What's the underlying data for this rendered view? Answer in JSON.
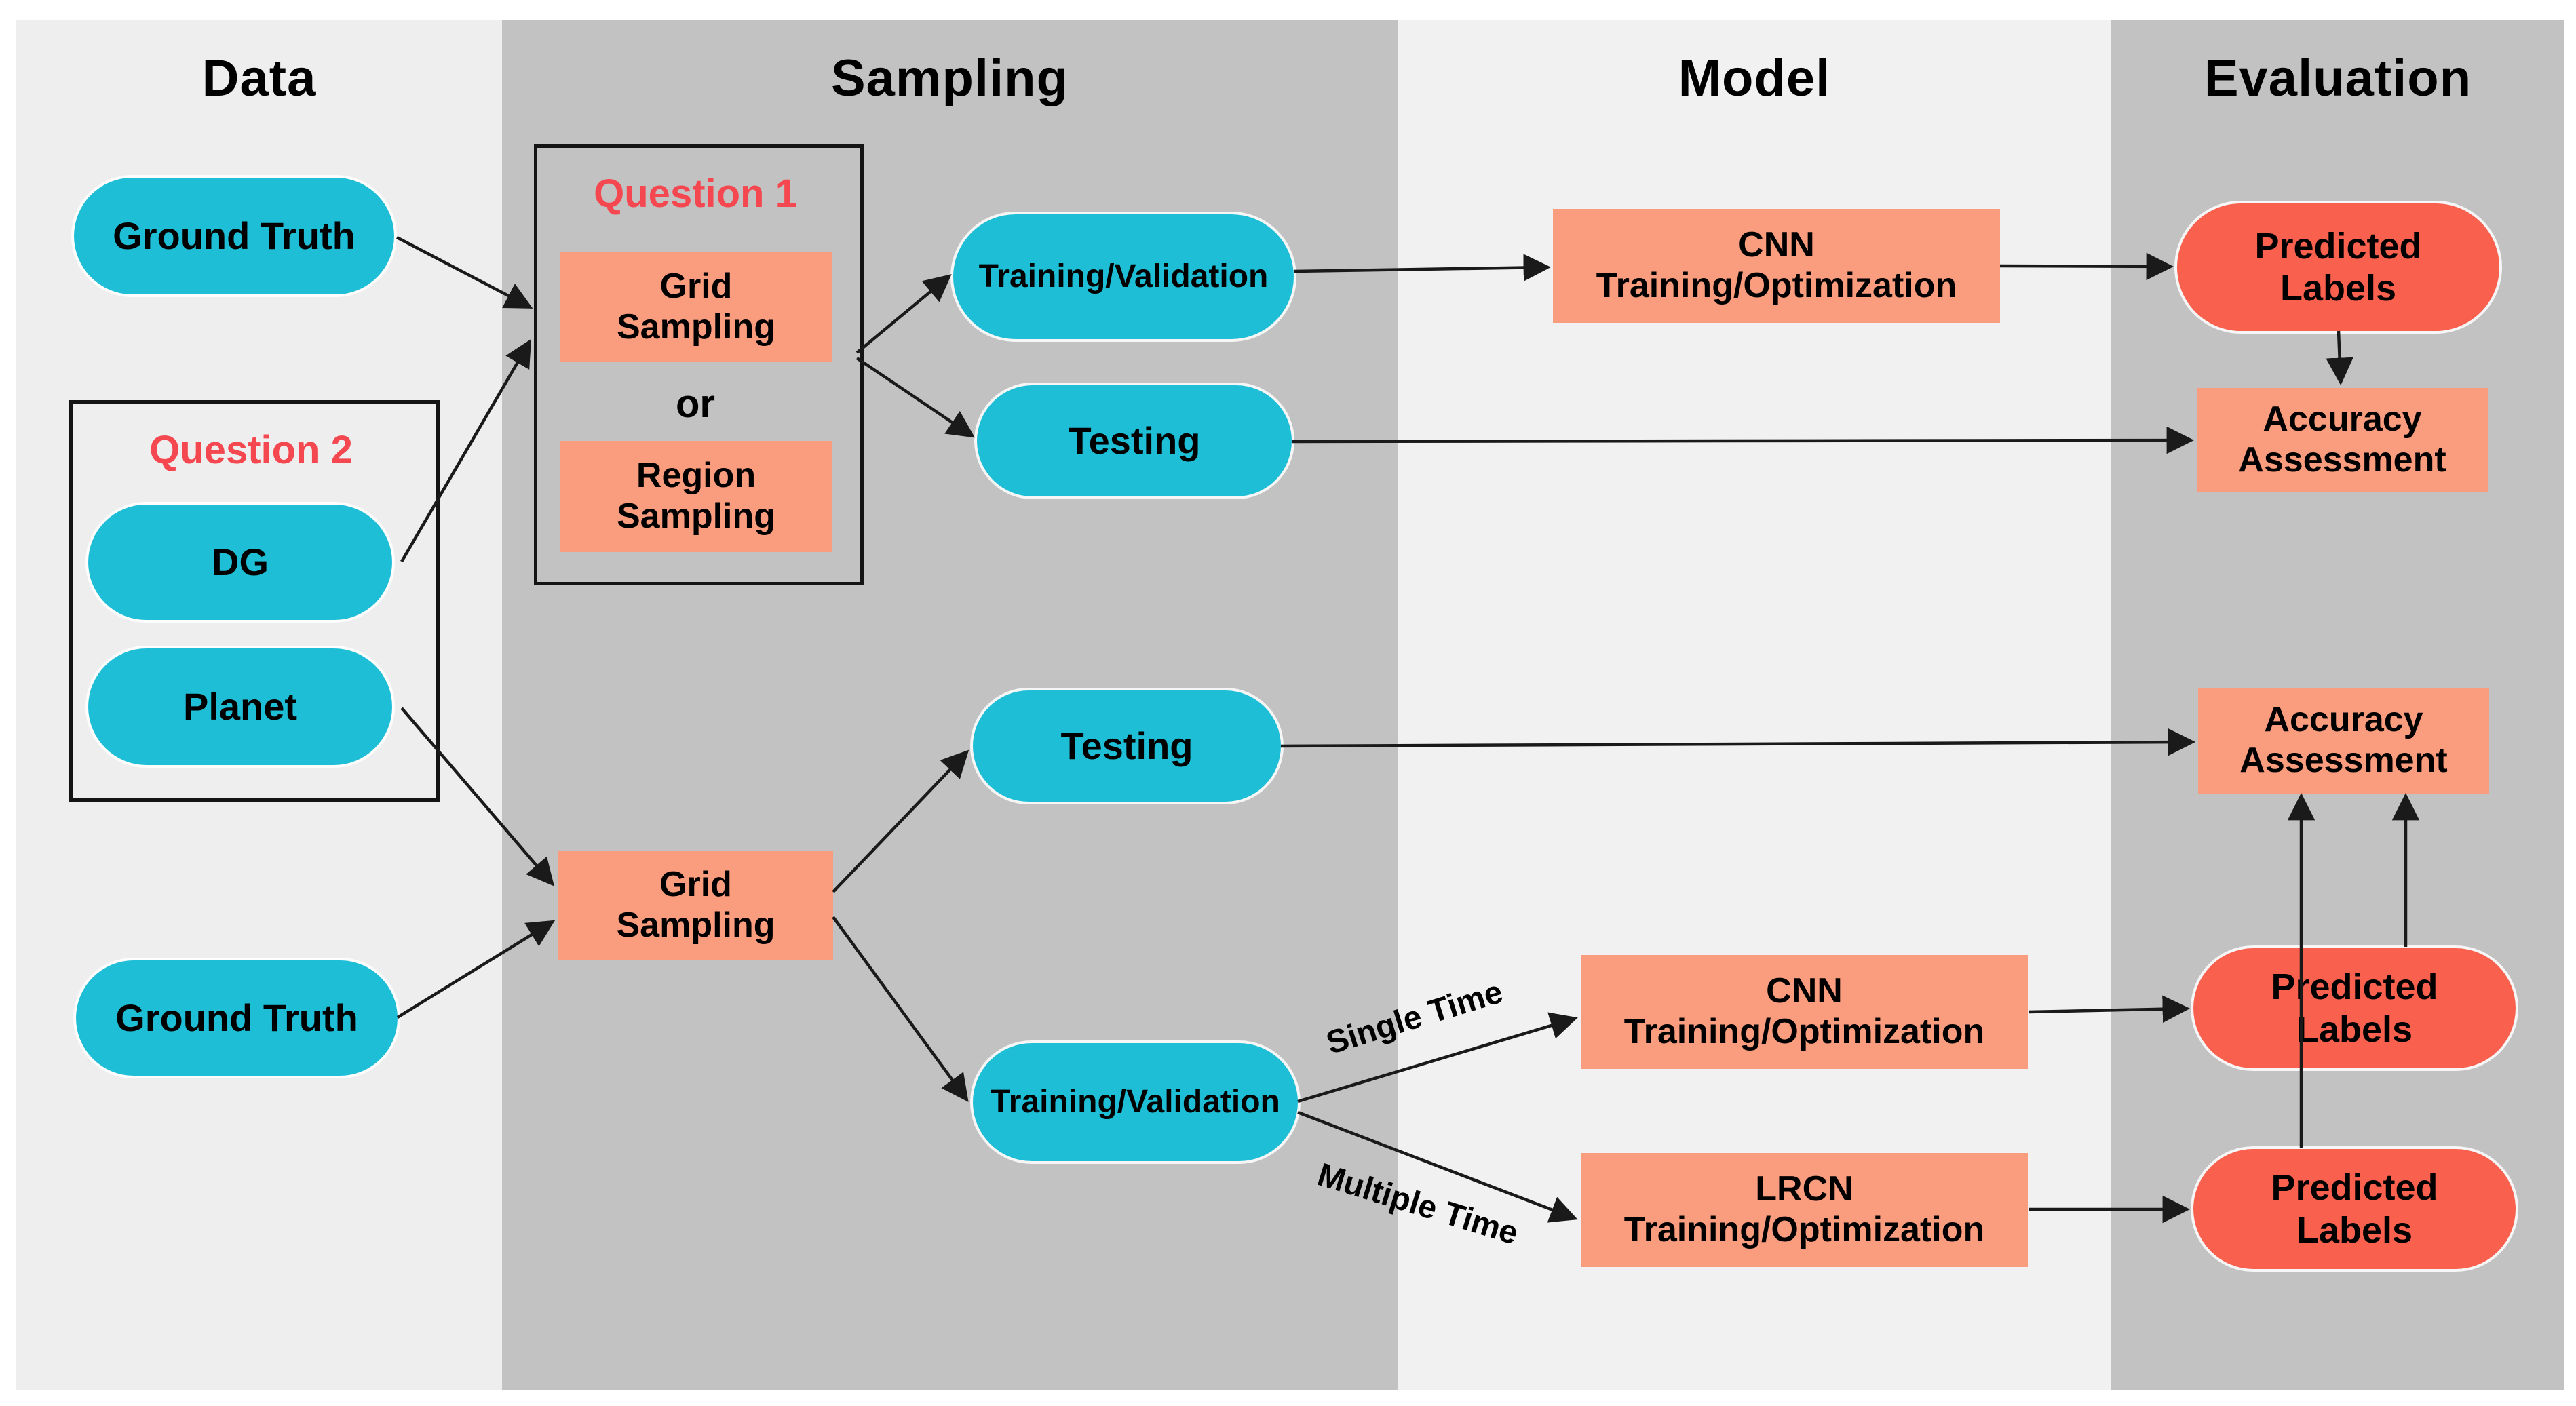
{
  "colors": {
    "canvas": "#ffffff",
    "band_light": "#EFEEEE",
    "band_dark": "#C3C2C2",
    "band_model": "#F2F1F1",
    "cyan": "#1EBFD6",
    "salmon": "#FA9C7E",
    "red": "#F9604E",
    "red_text": "#F4474F",
    "arrow": "#1a1a1a",
    "text": "#000000"
  },
  "columns": [
    {
      "id": "data",
      "title": "Data"
    },
    {
      "id": "sampling",
      "title": "Sampling"
    },
    {
      "id": "model",
      "title": "Model"
    },
    {
      "id": "evaluation",
      "title": "Evaluation"
    }
  ],
  "nodes": {
    "gt_top": {
      "label": "Ground Truth"
    },
    "question2": {
      "title": "Question 2"
    },
    "dg": {
      "label": "DG"
    },
    "planet": {
      "label": "Planet"
    },
    "gt_bottom": {
      "label": "Ground Truth"
    },
    "question1": {
      "title": "Question 1"
    },
    "grid_sampling_q1": {
      "line1": "Grid",
      "line2": "Sampling"
    },
    "or_label": "or",
    "region_sampling": {
      "line1": "Region",
      "line2": "Sampling"
    },
    "training_validation_top": {
      "label": "Training/Validation"
    },
    "testing_top": {
      "label": "Testing"
    },
    "grid_sampling_2": {
      "line1": "Grid",
      "line2": "Sampling"
    },
    "testing_bottom": {
      "label": "Testing"
    },
    "training_validation_bottom": {
      "label": "Training/Validation"
    },
    "cnn_top": {
      "line1": "CNN",
      "line2": "Training/Optimization"
    },
    "cnn_bottom": {
      "line1": "CNN",
      "line2": "Training/Optimization"
    },
    "lrcn": {
      "line1": "LRCN",
      "line2": "Training/Optimization"
    },
    "predicted_labels_top": {
      "line1": "Predicted",
      "line2": "Labels"
    },
    "accuracy_top": {
      "line1": "Accuracy",
      "line2": "Assessment"
    },
    "accuracy_bottom": {
      "line1": "Accuracy",
      "line2": "Assessment"
    },
    "predicted_labels_mid": {
      "line1": "Predicted",
      "line2": "Labels"
    },
    "predicted_labels_bottom": {
      "line1": "Predicted",
      "line2": "Labels"
    }
  },
  "edge_labels": {
    "single_time": "Single Time",
    "multiple_time": "Multiple Time"
  }
}
